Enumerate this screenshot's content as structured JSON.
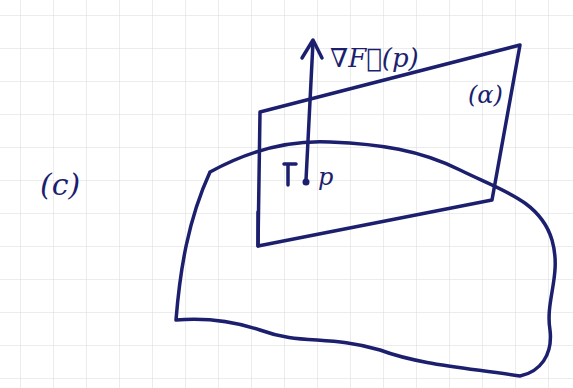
{
  "diagram": {
    "labels": [
      "(c)",
      "∇F⃗(p)",
      "(α)",
      "p"
    ]
  }
}
